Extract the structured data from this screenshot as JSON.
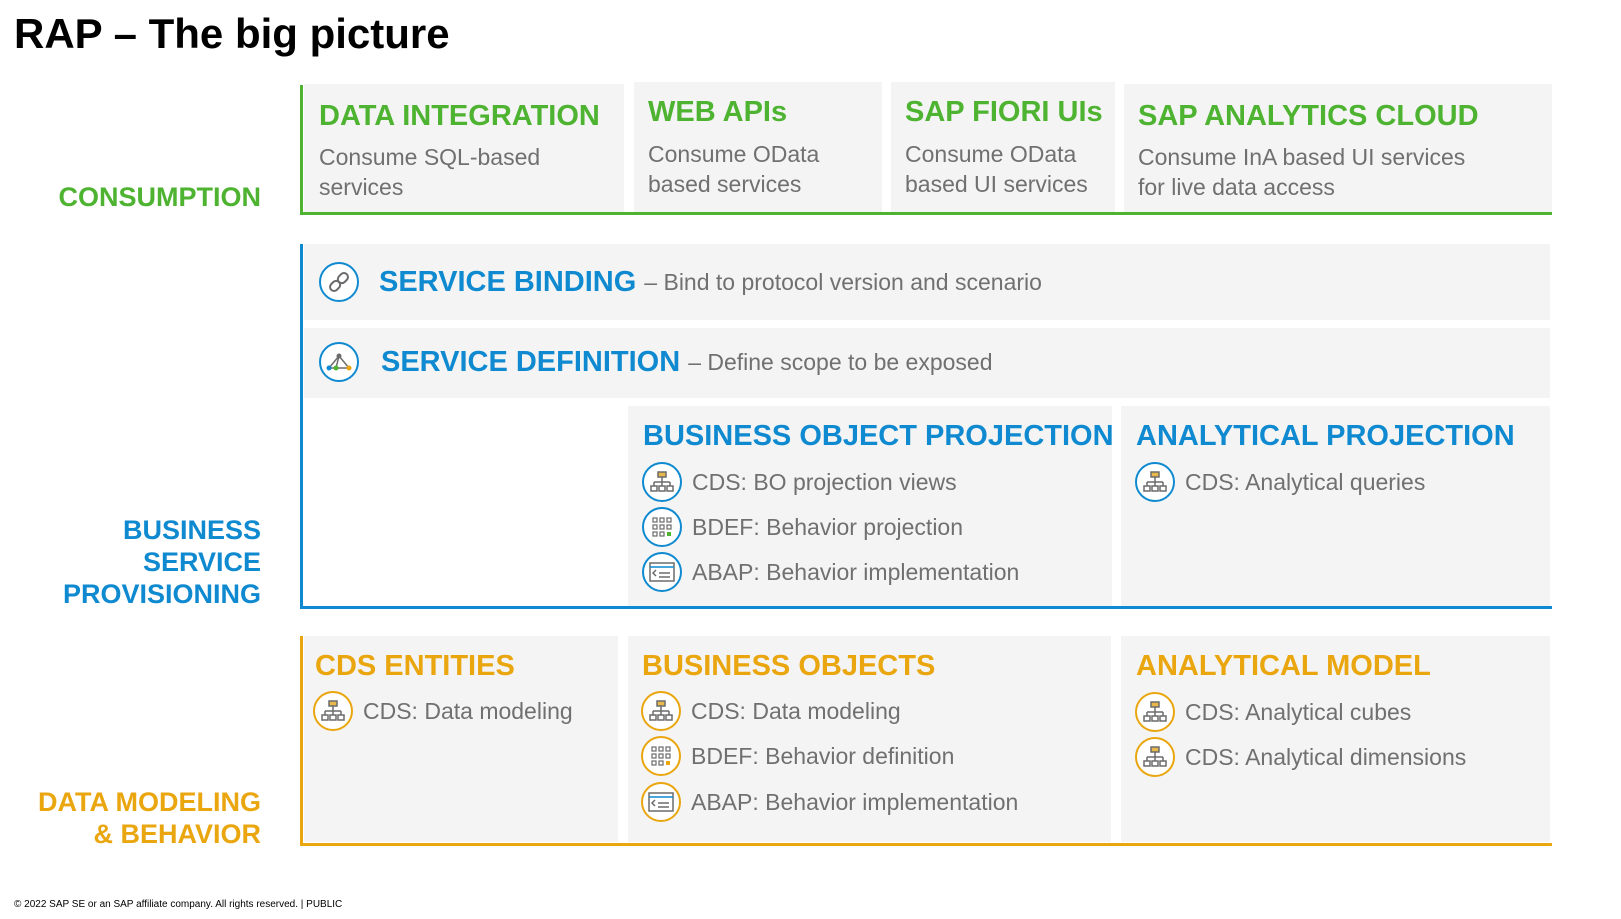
{
  "title": "RAP – The big picture",
  "footer": "© 2022 SAP SE or an SAP affiliate company. All rights reserved. | PUBLIC",
  "colors": {
    "consumption": "#4db330",
    "provisioning": "#0f8ad0",
    "modeling": "#eaa60f",
    "box_bg": "#f4f4f4"
  },
  "layers": {
    "consumption": "CONSUMPTION",
    "provisioning": [
      "BUSINESS",
      "SERVICE",
      "PROVISIONING"
    ],
    "modeling": [
      "DATA MODELING",
      "& BEHAVIOR"
    ]
  },
  "consumption": [
    {
      "head": "DATA INTEGRATION",
      "desc": [
        "Consume SQL-based",
        "services"
      ]
    },
    {
      "head": "WEB APIs",
      "desc": [
        "Consume OData",
        "based services"
      ]
    },
    {
      "head": "SAP FIORI UIs",
      "desc": [
        "Consume OData",
        "based UI services"
      ]
    },
    {
      "head": "SAP ANALYTICS CLOUD",
      "desc": [
        "Consume InA based UI services",
        "for live data access"
      ]
    }
  ],
  "service_binding": {
    "head": "SERVICE BINDING",
    "desc": "– Bind to protocol version and scenario",
    "icon": "link-icon"
  },
  "service_definition": {
    "head": "SERVICE DEFINITION",
    "desc": "– Define scope to be exposed",
    "icon": "network-icon"
  },
  "bo_projection": {
    "head": "BUSINESS OBJECT PROJECTION",
    "items": [
      {
        "text": "CDS: BO projection views",
        "icon": "hierarchy-icon"
      },
      {
        "text": "BDEF: Behavior projection",
        "icon": "grid-icon"
      },
      {
        "text": "ABAP: Behavior implementation",
        "icon": "code-icon"
      }
    ]
  },
  "analytical_projection": {
    "head": "ANALYTICAL PROJECTION",
    "items": [
      {
        "text": "CDS: Analytical queries",
        "icon": "hierarchy-icon"
      }
    ]
  },
  "cds_entities": {
    "head": "CDS ENTITIES",
    "items": [
      {
        "text": "CDS: Data modeling",
        "icon": "hierarchy-icon"
      }
    ]
  },
  "business_objects": {
    "head": "BUSINESS OBJECTS",
    "items": [
      {
        "text": "CDS: Data modeling",
        "icon": "hierarchy-icon"
      },
      {
        "text": "BDEF: Behavior definition",
        "icon": "grid-icon"
      },
      {
        "text": "ABAP: Behavior implementation",
        "icon": "code-icon"
      }
    ]
  },
  "analytical_model": {
    "head": "ANALYTICAL MODEL",
    "items": [
      {
        "text": "CDS: Analytical cubes",
        "icon": "hierarchy-icon"
      },
      {
        "text": "CDS: Analytical dimensions",
        "icon": "hierarchy-icon"
      }
    ]
  }
}
